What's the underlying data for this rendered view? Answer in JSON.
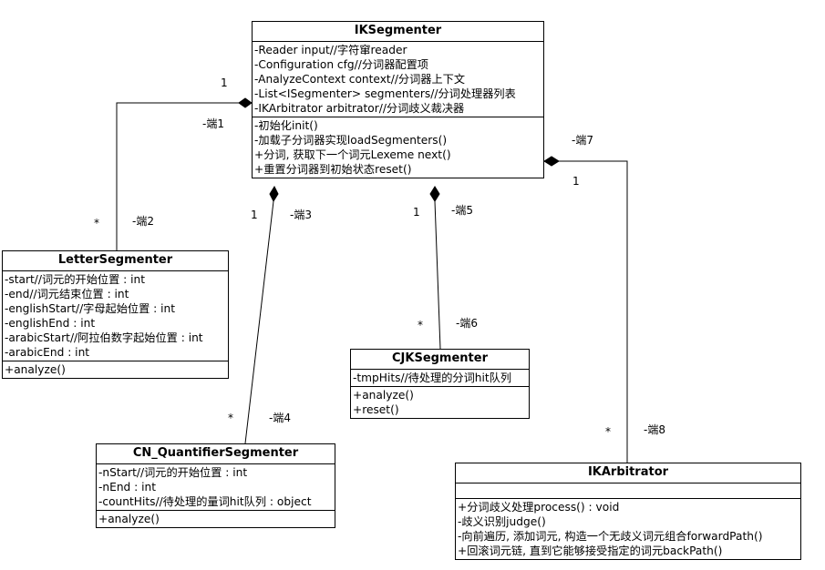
{
  "classes": {
    "ik_segmenter": {
      "name": "IKSegmenter",
      "attributes": [
        "-Reader input//字符窜reader",
        "-Configuration cfg//分词器配置项",
        "-AnalyzeContext context//分词器上下文",
        "-List<ISegmenter> segmenters//分词处理器列表",
        "-IKArbitrator arbitrator//分词歧义裁决器"
      ],
      "operations": [
        "-初始化init()",
        "-加载子分词器实现loadSegmenters()",
        "+分词, 获取下一个词元Lexeme next()",
        "+重置分词器到初始状态reset()"
      ]
    },
    "letter_segmenter": {
      "name": "LetterSegmenter",
      "attributes": [
        "-start//词元的开始位置 : int",
        "-end//词元结束位置 : int",
        "-englishStart//字母起始位置 : int",
        "-englishEnd : int",
        "-arabicStart//阿拉伯数字起始位置 : int",
        "-arabicEnd : int"
      ],
      "operations": [
        "+analyze()"
      ]
    },
    "cjk_segmenter": {
      "name": "CJKSegmenter",
      "attributes": [
        "-tmpHits//待处理的分词hit队列"
      ],
      "operations": [
        "+analyze()",
        "+reset()"
      ]
    },
    "cn_quantifier_segmenter": {
      "name": "CN_QuantifierSegmenter",
      "attributes": [
        "-nStart//词元的开始位置 : int",
        "-nEnd : int",
        "-countHits//待处理的量词hit队列 : object"
      ],
      "operations": [
        "+analyze()"
      ]
    },
    "ik_arbitrator": {
      "name": "IKArbitrator",
      "attributes": [],
      "operations": [
        "+分词歧义处理process() : void",
        "-歧义识别judge()",
        "-向前遍历, 添加词元, 构造一个无歧义词元组合forwardPath()",
        "+回滚词元链, 直到它能够接受指定的词元backPath()"
      ]
    }
  },
  "associations": [
    {
      "from_mult": "1",
      "from_role": "-端1",
      "to_mult": "*",
      "to_role": "-端2"
    },
    {
      "from_mult": "1",
      "from_role": "-端3",
      "to_mult": "*",
      "to_role": "-端4"
    },
    {
      "from_mult": "1",
      "from_role": "-端5",
      "to_mult": "*",
      "to_role": "-端6"
    },
    {
      "from_mult": "1",
      "from_role": "-端7",
      "to_mult": "*",
      "to_role": "-端8"
    }
  ]
}
